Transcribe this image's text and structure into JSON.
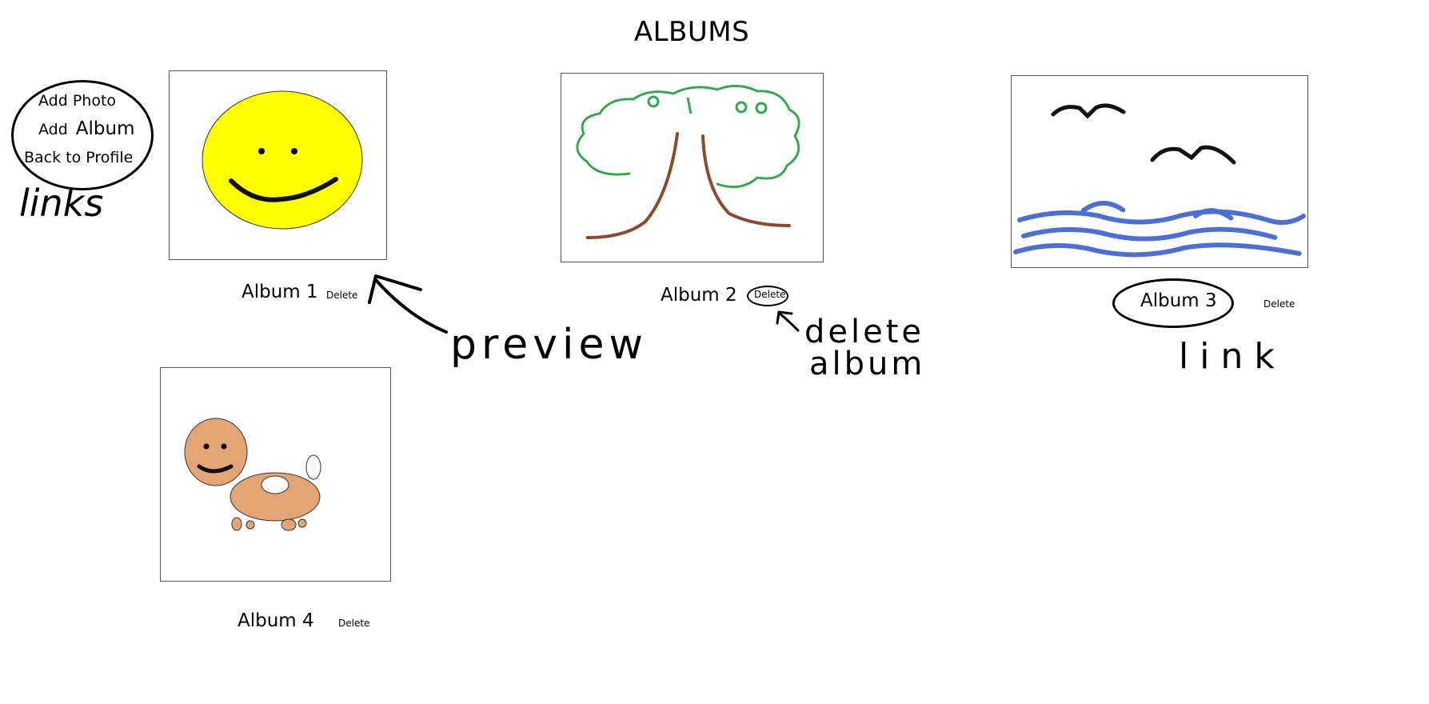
{
  "page": {
    "title": "ALBUMS"
  },
  "links": {
    "add_photo": "Add Photo",
    "add_prefix": "Add",
    "album_word": "Album",
    "back_to_profile": "Back to Profile"
  },
  "albums": [
    {
      "label": "Album 1",
      "delete_label": "Delete",
      "thumbnail": "smiley-face"
    },
    {
      "label": "Album 2",
      "delete_label": "Delete",
      "thumbnail": "tree"
    },
    {
      "label": "Album 3",
      "delete_label": "Delete",
      "thumbnail": "birds-over-water"
    },
    {
      "label": "Album 4",
      "delete_label": "Delete",
      "thumbnail": "dog"
    }
  ],
  "annotations": {
    "links": "links",
    "preview": "preview",
    "delete_line1": "delete",
    "delete_line2": "album",
    "link": "link"
  },
  "colors": {
    "smiley_yellow": "#ffff00",
    "tree_green": "#2ea84a",
    "tree_brown": "#8b4a2b",
    "water_blue": "#4a6fd6",
    "dog_tan": "#e3a574"
  }
}
